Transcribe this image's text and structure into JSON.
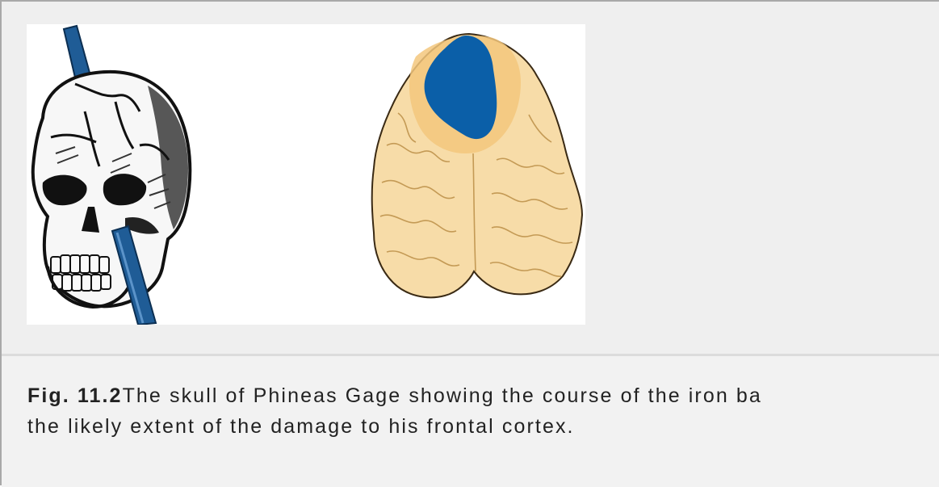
{
  "figure": {
    "label": "Fig. 11.2",
    "caption_line1": "The skull of Phineas Gage showing the course of the iron ba",
    "caption_line2": "the likely extent of the damage to his frontal cortex."
  },
  "colors": {
    "rod": "#1f5c96",
    "damage": "#0b5fa8",
    "brain": "#f7dca8",
    "brain_frontal": "#f3c77d",
    "background": "#efefef"
  }
}
